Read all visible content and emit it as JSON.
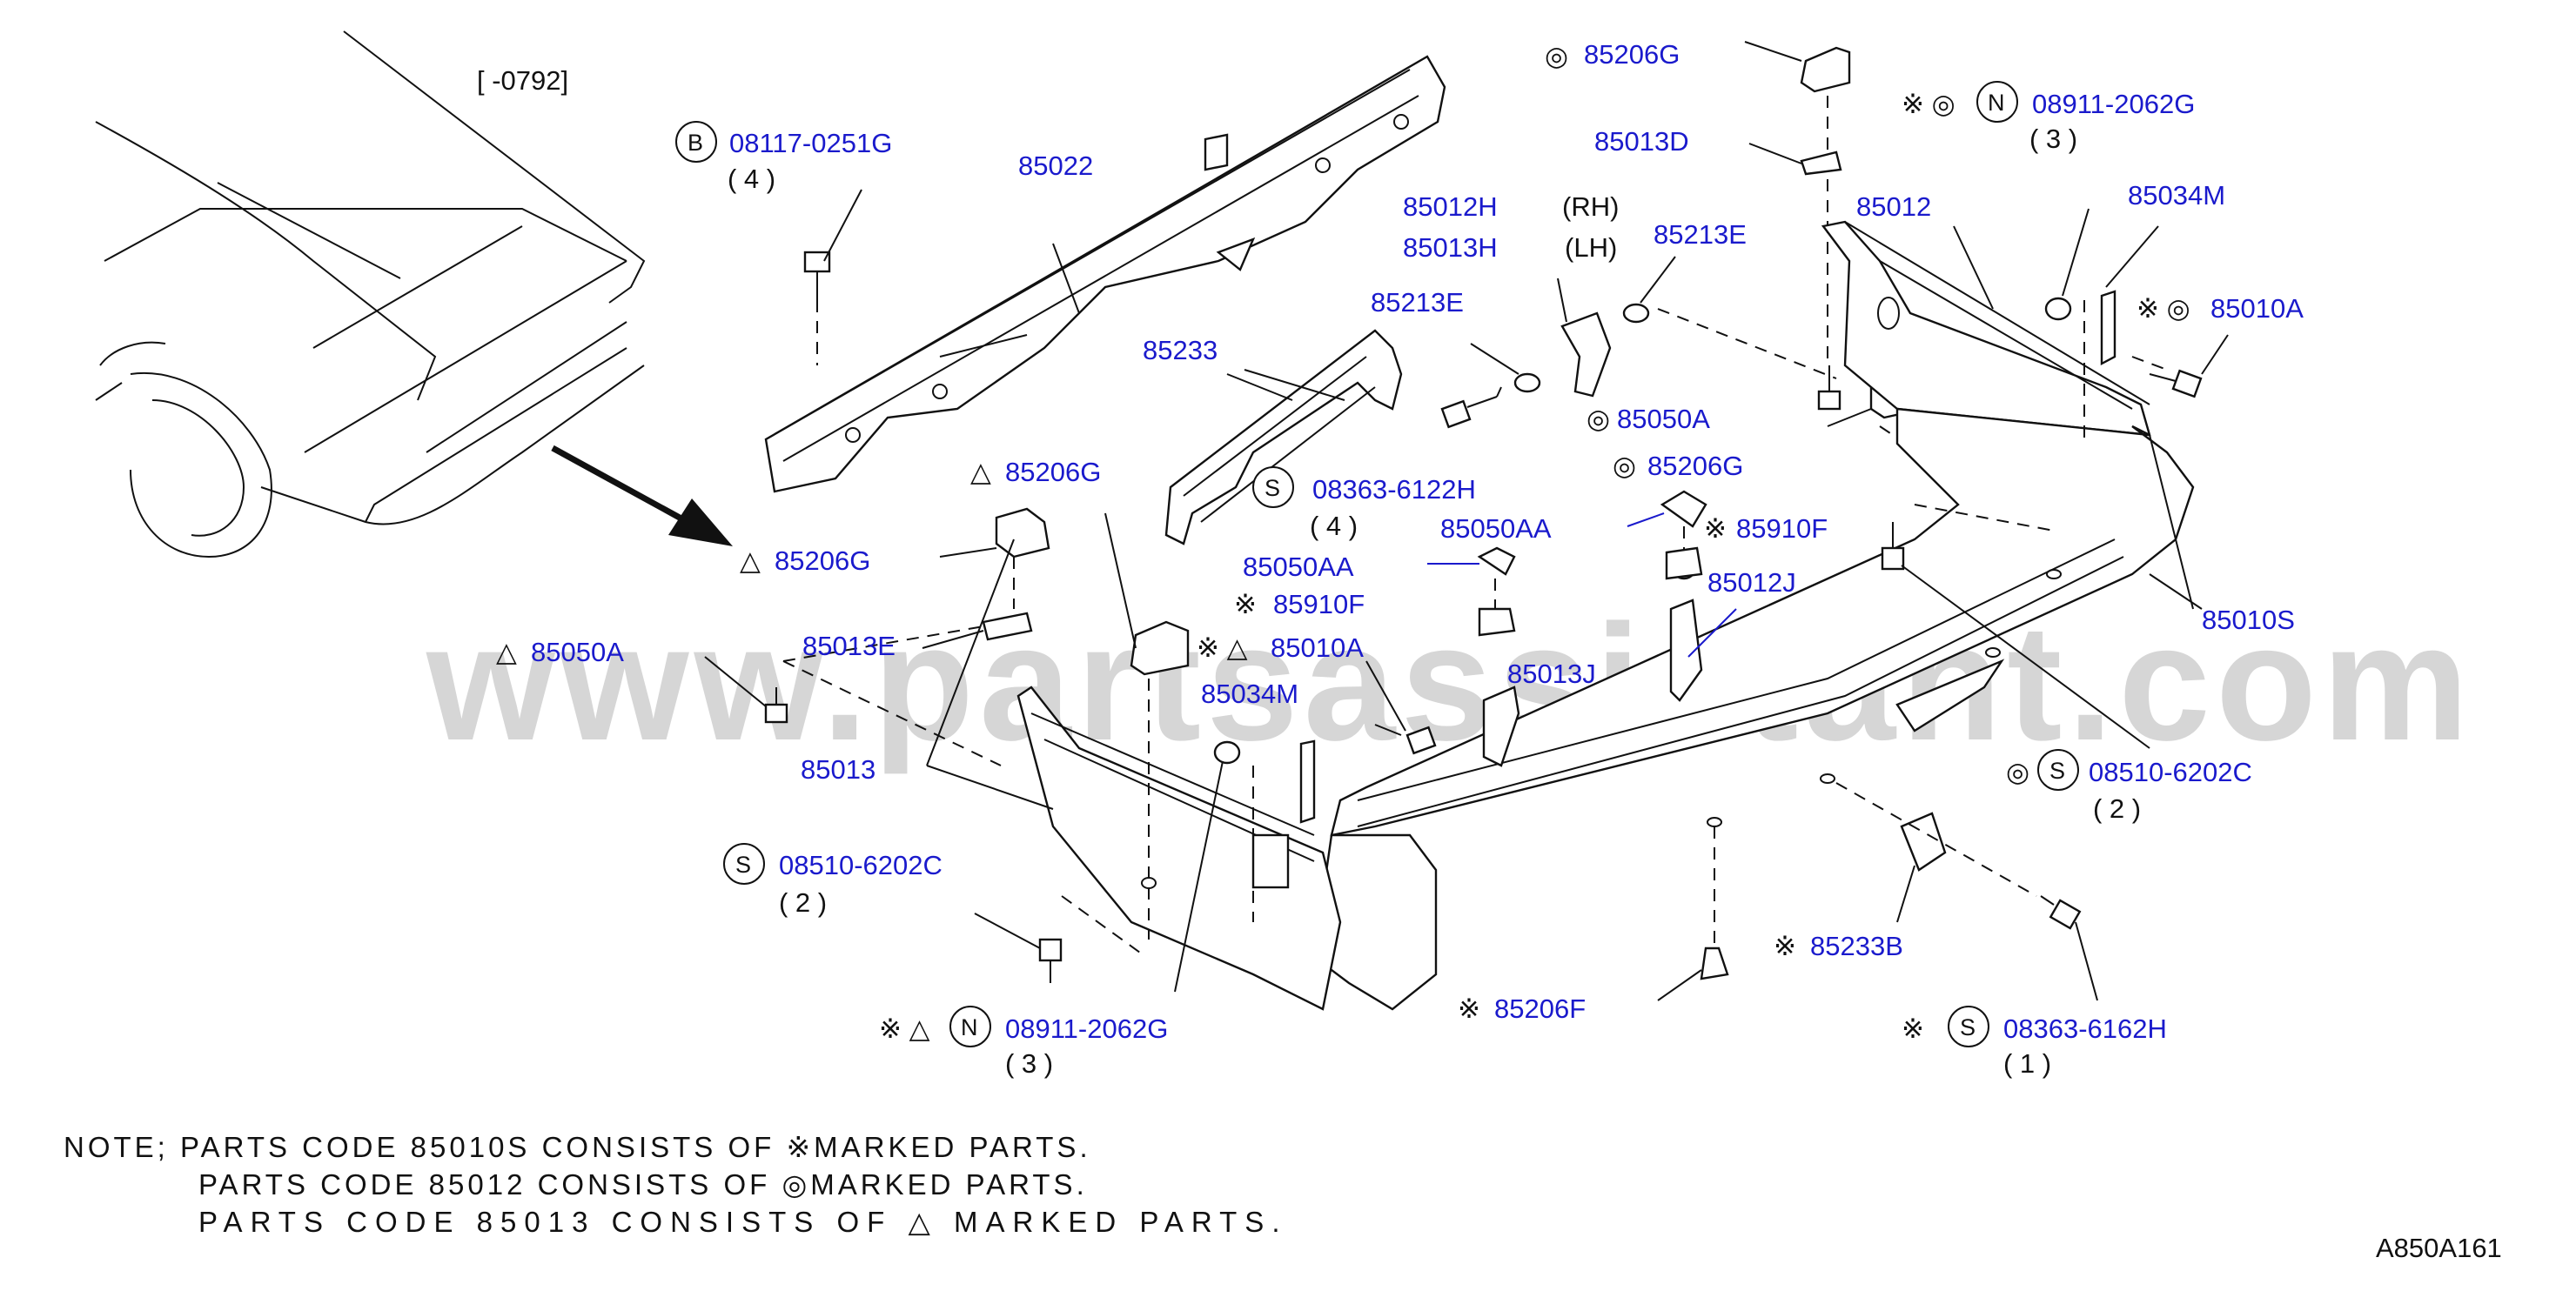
{
  "watermark": "www.partsassistant.com",
  "date_range": "[      -0792]",
  "diagram_code": "A850A161",
  "symbols": {
    "kome": "※",
    "double_circle": "◎",
    "triangle": "△"
  },
  "notes": [
    "NOTE; PARTS CODE 85010S CONSISTS OF ※MARKED PARTS.",
    "PARTS CODE 85012 CONSISTS OF ◎MARKED PARTS.",
    "PARTS CODE 85013 CONSISTS OF   △   MARKED PARTS."
  ],
  "labels": {
    "p08117_0251G": {
      "prefix": "B",
      "code": "08117-0251G",
      "qty": "( 4 )"
    },
    "p85022": {
      "code": "85022"
    },
    "p85206G_top": {
      "mark": "◎",
      "code": "85206G"
    },
    "p85013D": {
      "code": "85013D"
    },
    "p08911_2062G_top": {
      "mark": "※ ◎",
      "prefix": "N",
      "code": "08911-2062G",
      "qty": "( 3 )"
    },
    "p85012H": {
      "code": "85012H",
      "side": "(RH)"
    },
    "p85013H": {
      "code": "85013H",
      "side": "(LH)"
    },
    "p85213E_a": {
      "code": "85213E"
    },
    "p85012": {
      "code": "85012"
    },
    "p85034M_right": {
      "code": "85034M"
    },
    "p85213E_b": {
      "code": "85213E"
    },
    "p85010A_right": {
      "mark": "※ ◎",
      "code": "85010A"
    },
    "p85233": {
      "code": "85233"
    },
    "p85050A_mid": {
      "mark": "◎",
      "code": "85050A"
    },
    "p85206G_mid": {
      "mark": "◎",
      "code": "85206G"
    },
    "p85206G_tri": {
      "mark": "△",
      "code": "85206G"
    },
    "p08363_6122H": {
      "prefix": "S",
      "code": "08363-6122H",
      "qty": "( 4 )"
    },
    "p85206G_arrow": {
      "mark": "△",
      "code": "85206G"
    },
    "p85050AA_a": {
      "code": "85050AA"
    },
    "p85910F_a": {
      "mark": "※",
      "code": "85910F"
    },
    "p85050AA_b": {
      "code": "85050AA"
    },
    "p85012J": {
      "code": "85012J"
    },
    "p85910F_b": {
      "mark": "※",
      "code": "85910F"
    },
    "p85050A_left": {
      "mark": "△",
      "code": "85050A"
    },
    "p85013E": {
      "code": "85013E"
    },
    "p85010A_left": {
      "mark": "※ △",
      "code": "85010A"
    },
    "p85013J": {
      "code": "85013J"
    },
    "p85010S": {
      "code": "85010S"
    },
    "p85034M_left": {
      "code": "85034M"
    },
    "p85013": {
      "code": "85013"
    },
    "p08510_6202C_right": {
      "mark": "◎",
      "prefix": "S",
      "code": "08510-6202C",
      "qty": "( 2 )"
    },
    "p08510_6202C_left": {
      "prefix": "S",
      "code": "08510-6202C",
      "qty": "( 2 )"
    },
    "p85233B": {
      "mark": "※",
      "code": "85233B"
    },
    "p08911_2062G_bottom": {
      "mark": "※ △",
      "prefix": "N",
      "code": "08911-2062G",
      "qty": "( 3 )"
    },
    "p85206F": {
      "mark": "※",
      "code": "85206F"
    },
    "p08363_6162H": {
      "mark": "※",
      "prefix": "S",
      "code": "08363-6162H",
      "qty": "( 1 )"
    }
  }
}
